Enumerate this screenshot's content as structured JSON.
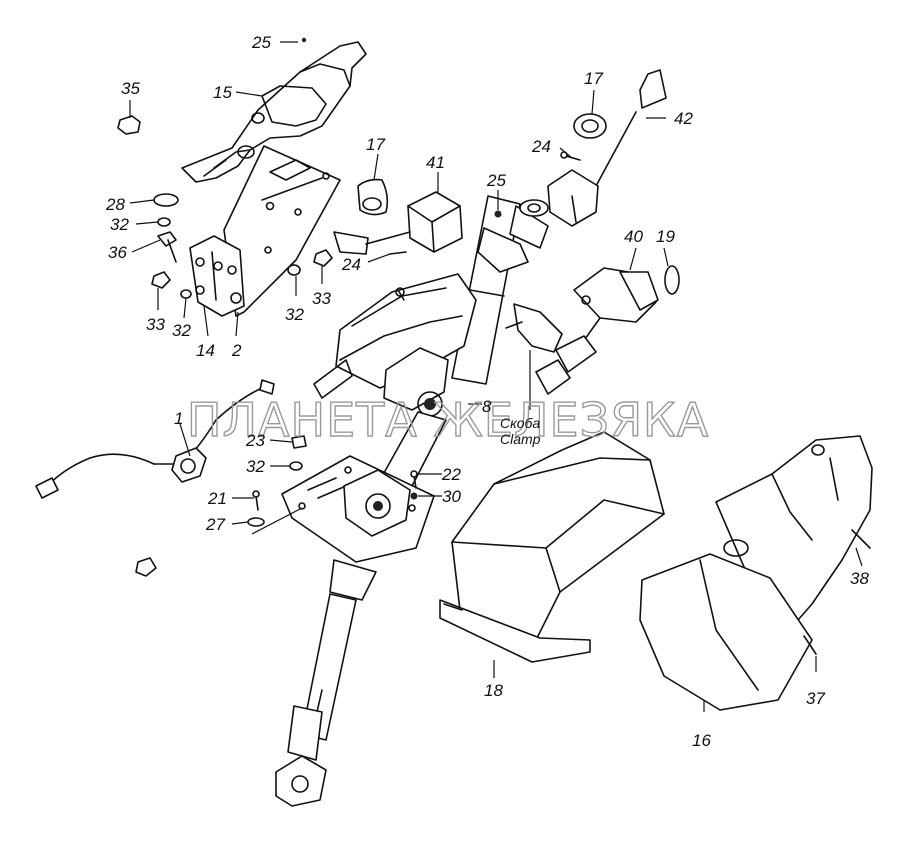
{
  "watermark": "ПЛАНЕТА ЖЕЛЕЗЯКА",
  "note": {
    "line1": "Скоба",
    "line2": "Clamp"
  },
  "labels": {
    "l1": "1",
    "l2": "2",
    "l8": "8",
    "l14": "14",
    "l15": "15",
    "l16": "16",
    "l17a": "17",
    "l17b": "17",
    "l18": "18",
    "l19": "19",
    "l21": "21",
    "l22": "22",
    "l23": "23",
    "l24a": "24",
    "l24b": "24",
    "l25a": "25",
    "l25b": "25",
    "l27": "27",
    "l28": "28",
    "l30": "30",
    "l32a": "32",
    "l32b": "32",
    "l32c": "32",
    "l32d": "32",
    "l33a": "33",
    "l33b": "33",
    "l35": "35",
    "l36": "36",
    "l37": "37",
    "l38": "38",
    "l40": "40",
    "l41": "41",
    "l42": "42"
  }
}
